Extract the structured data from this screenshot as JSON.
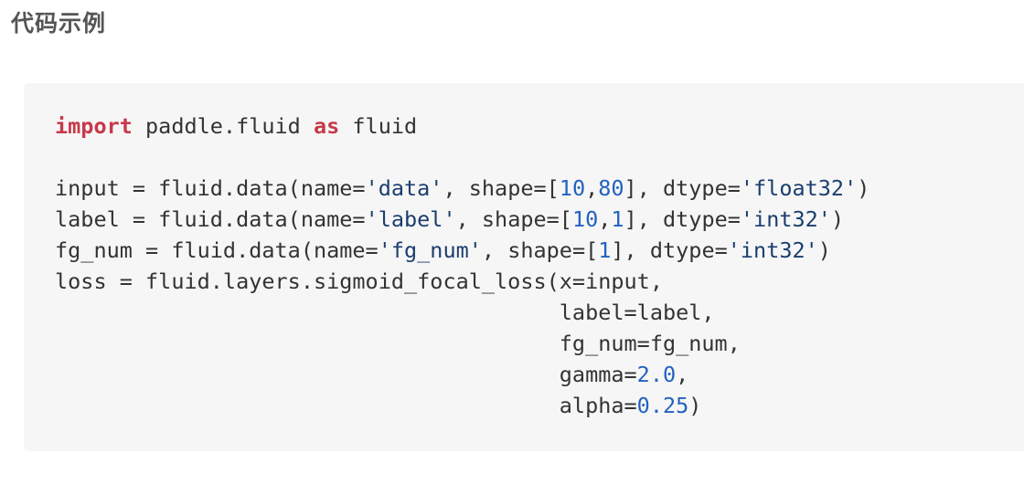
{
  "section": {
    "title": "代码示例"
  },
  "code": {
    "language": "python",
    "colors": {
      "keyword": "#c7394a",
      "string": "#1a3e6e",
      "number": "#2262c0",
      "text": "#333333",
      "background": "#f6f6f6"
    },
    "lines": [
      [
        {
          "t": "kw",
          "v": "import"
        },
        {
          "t": "plain",
          "v": " paddle.fluid "
        },
        {
          "t": "kw",
          "v": "as"
        },
        {
          "t": "plain",
          "v": " fluid"
        }
      ],
      [],
      [
        {
          "t": "plain",
          "v": "input = fluid.data(name="
        },
        {
          "t": "str",
          "v": "'data'"
        },
        {
          "t": "plain",
          "v": ", shape=["
        },
        {
          "t": "num",
          "v": "10"
        },
        {
          "t": "plain",
          "v": ","
        },
        {
          "t": "num",
          "v": "80"
        },
        {
          "t": "plain",
          "v": "], dtype="
        },
        {
          "t": "str",
          "v": "'float32'"
        },
        {
          "t": "plain",
          "v": ")"
        }
      ],
      [
        {
          "t": "plain",
          "v": "label = fluid.data(name="
        },
        {
          "t": "str",
          "v": "'label'"
        },
        {
          "t": "plain",
          "v": ", shape=["
        },
        {
          "t": "num",
          "v": "10"
        },
        {
          "t": "plain",
          "v": ","
        },
        {
          "t": "num",
          "v": "1"
        },
        {
          "t": "plain",
          "v": "], dtype="
        },
        {
          "t": "str",
          "v": "'int32'"
        },
        {
          "t": "plain",
          "v": ")"
        }
      ],
      [
        {
          "t": "plain",
          "v": "fg_num = fluid.data(name="
        },
        {
          "t": "str",
          "v": "'fg_num'"
        },
        {
          "t": "plain",
          "v": ", shape=["
        },
        {
          "t": "num",
          "v": "1"
        },
        {
          "t": "plain",
          "v": "], dtype="
        },
        {
          "t": "str",
          "v": "'int32'"
        },
        {
          "t": "plain",
          "v": ")"
        }
      ],
      [
        {
          "t": "plain",
          "v": "loss = fluid.layers.sigmoid_focal_loss(x=input,"
        }
      ],
      [
        {
          "t": "plain",
          "v": "                                       label=label,"
        }
      ],
      [
        {
          "t": "plain",
          "v": "                                       fg_num=fg_num,"
        }
      ],
      [
        {
          "t": "plain",
          "v": "                                       gamma="
        },
        {
          "t": "num",
          "v": "2.0"
        },
        {
          "t": "plain",
          "v": ","
        }
      ],
      [
        {
          "t": "plain",
          "v": "                                       alpha="
        },
        {
          "t": "num",
          "v": "0.25"
        },
        {
          "t": "plain",
          "v": ")"
        }
      ]
    ]
  }
}
